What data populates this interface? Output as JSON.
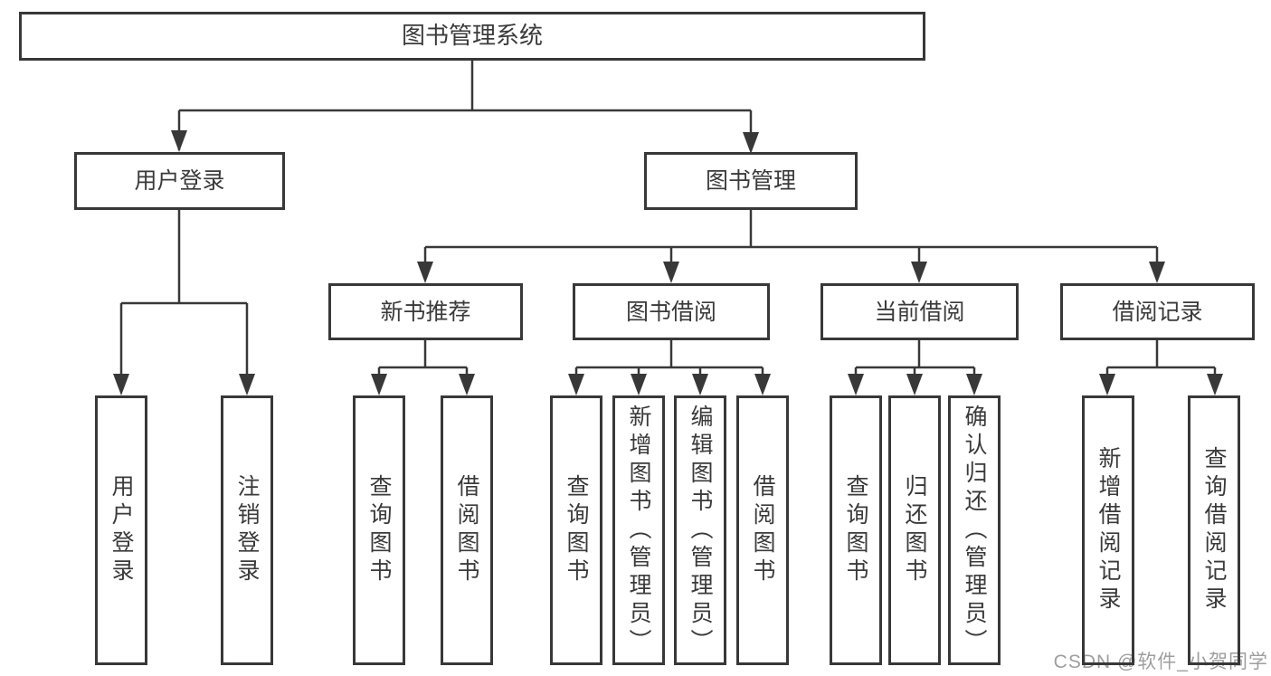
{
  "nodes": {
    "root": "图书管理系统",
    "user_login": "用户登录",
    "book_mgmt": "图书管理",
    "new_book_rec": "新书推荐",
    "book_borrow": "图书借阅",
    "current_borrow": "当前借阅",
    "borrow_records": "借阅记录",
    "ul_login": "用户登录",
    "ul_logout": "注销登录",
    "nbr_query": "查询图书",
    "nbr_borrow": "借阅图书",
    "bb_query": "查询图书",
    "bb_add": "新增图书（管理员）",
    "bb_edit": "编辑图书（管理员）",
    "bb_borrow": "借阅图书",
    "cb_query": "查询图书",
    "cb_return": "归还图书",
    "cb_confirm": "确认归还（管理员）",
    "br_add": "新增借阅记录",
    "br_query": "查询借阅记录"
  },
  "hierarchy": {
    "图书管理系统": {
      "用户登录": [
        "用户登录",
        "注销登录"
      ],
      "图书管理": {
        "新书推荐": [
          "查询图书",
          "借阅图书"
        ],
        "图书借阅": [
          "查询图书",
          "新增图书（管理员）",
          "编辑图书（管理员）",
          "借阅图书"
        ],
        "当前借阅": [
          "查询图书",
          "归还图书",
          "确认归还（管理员）"
        ],
        "借阅记录": [
          "新增借阅记录",
          "查询借阅记录"
        ]
      }
    }
  },
  "watermark": "CSDN @软件_小贺同学",
  "colors": {
    "line": "#383838",
    "text": "#3a3a3a",
    "watermark": "#9e9e9e",
    "background": "#ffffff"
  }
}
